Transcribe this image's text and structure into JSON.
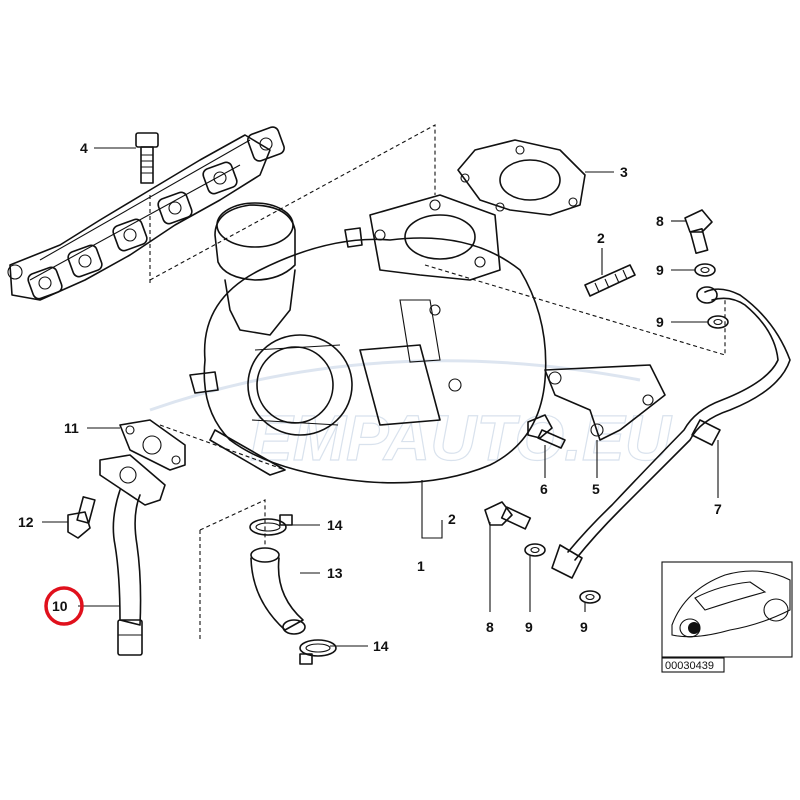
{
  "watermark": {
    "text": "EMPAUTO.EU"
  },
  "diagram_code": "00030439",
  "highlight": {
    "part": "10",
    "color": "#e0101c"
  },
  "callouts": [
    {
      "id": "c4",
      "label": "4"
    },
    {
      "id": "c3",
      "label": "3"
    },
    {
      "id": "c2a",
      "label": "2"
    },
    {
      "id": "c8a",
      "label": "8"
    },
    {
      "id": "c9a",
      "label": "9"
    },
    {
      "id": "c9b",
      "label": "9"
    },
    {
      "id": "c11",
      "label": "11"
    },
    {
      "id": "c12",
      "label": "12"
    },
    {
      "id": "c14a",
      "label": "14"
    },
    {
      "id": "c13",
      "label": "13"
    },
    {
      "id": "c14b",
      "label": "14"
    },
    {
      "id": "c10",
      "label": "10"
    },
    {
      "id": "c6",
      "label": "6"
    },
    {
      "id": "c5",
      "label": "5"
    },
    {
      "id": "c7",
      "label": "7"
    },
    {
      "id": "c2b",
      "label": "2"
    },
    {
      "id": "c1",
      "label": "1"
    },
    {
      "id": "c8b",
      "label": "8"
    },
    {
      "id": "c9c",
      "label": "9"
    },
    {
      "id": "c9d",
      "label": "9"
    }
  ]
}
